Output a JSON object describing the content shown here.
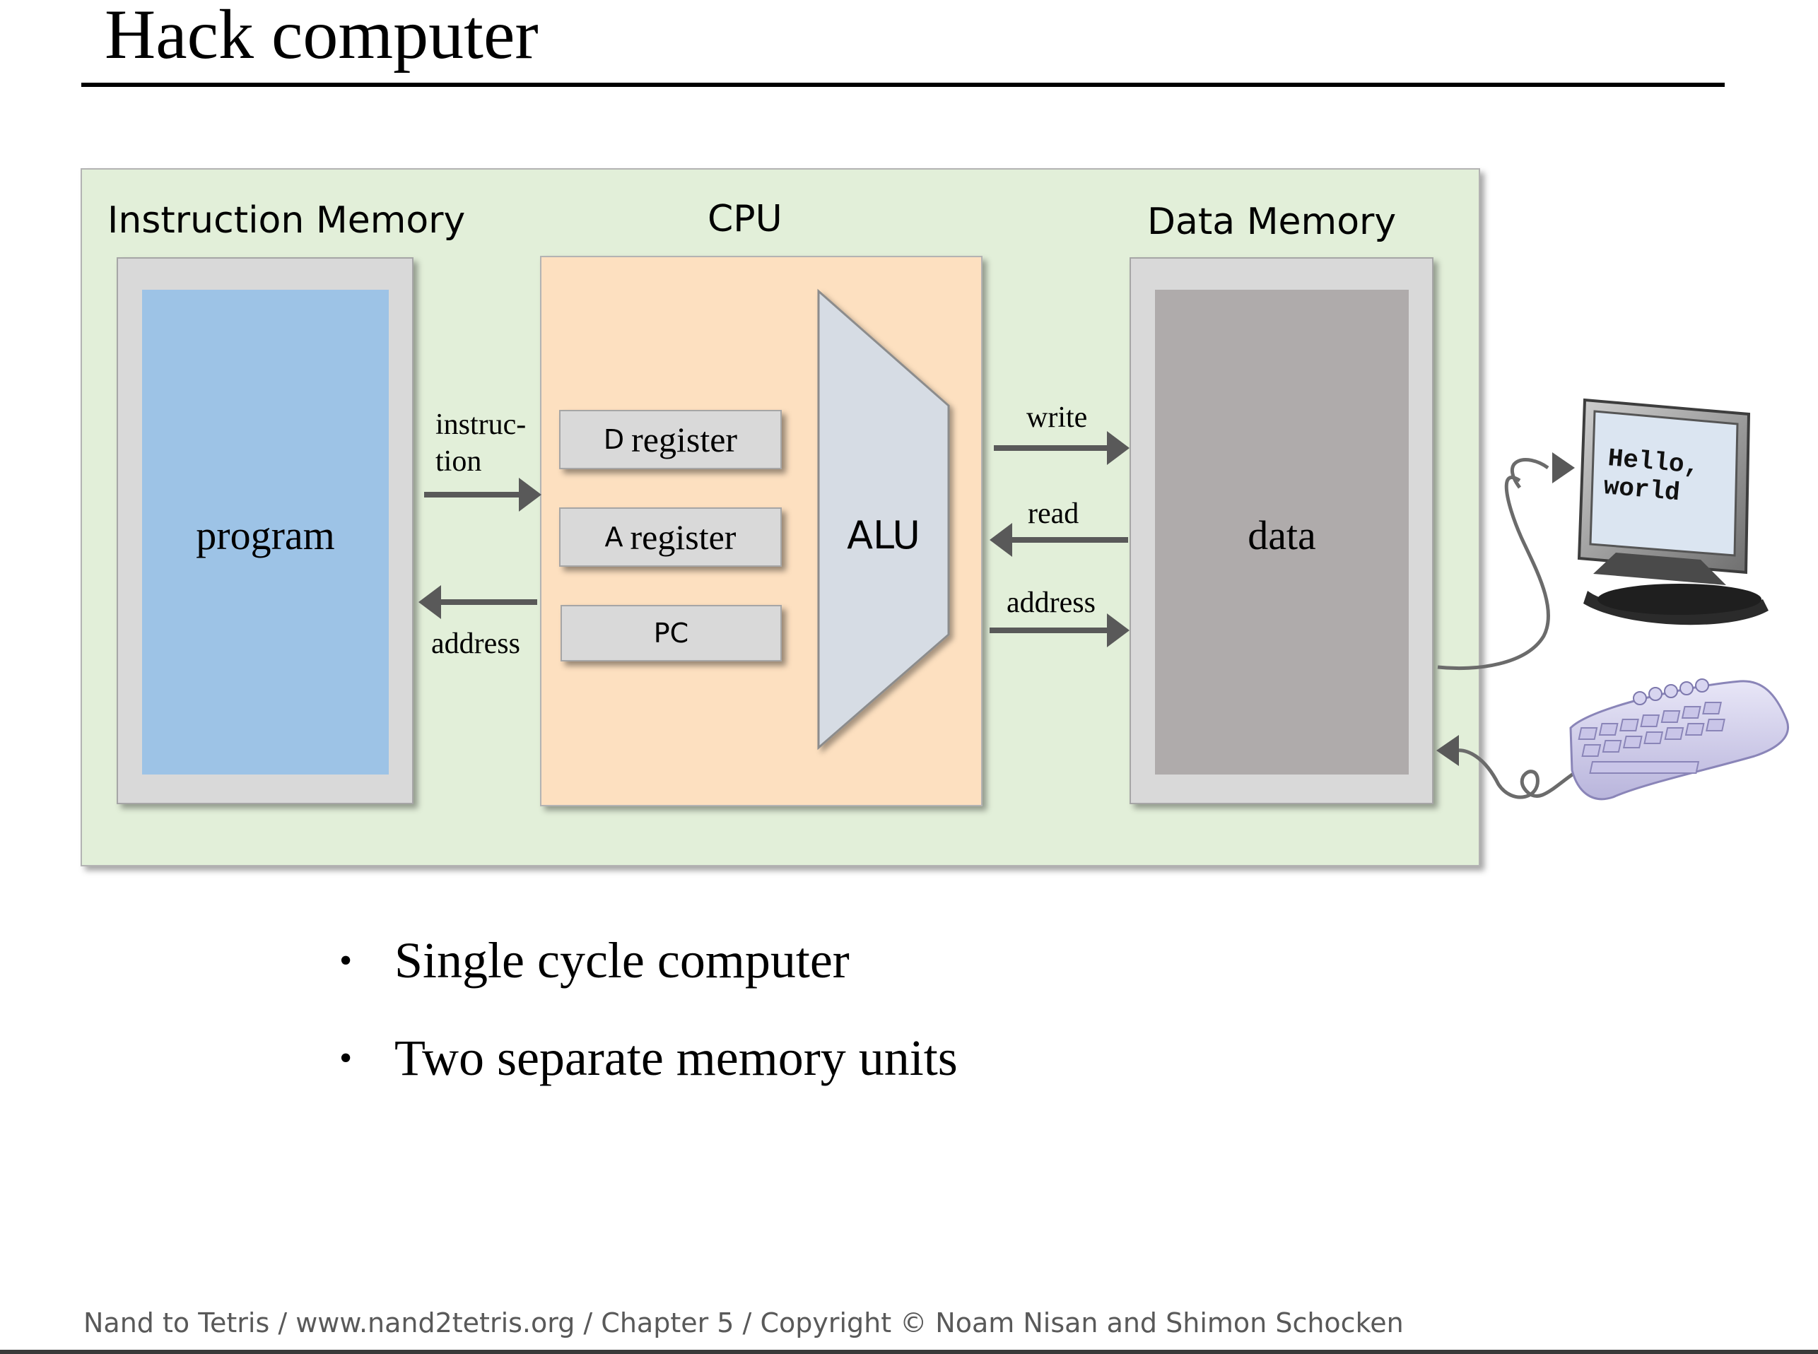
{
  "slide": {
    "title": "Hack computer",
    "footer": "Nand to Tetris / www.nand2tetris.org / Chapter 5 / Copyright © Noam Nisan and Shimon Schocken"
  },
  "diagram": {
    "instruction_memory": {
      "label": "Instruction Memory",
      "content": "program"
    },
    "cpu": {
      "label": "CPU",
      "registers": [
        {
          "prefix": "D",
          "name": "register"
        },
        {
          "prefix": "A",
          "name": "register"
        },
        {
          "label": "PC"
        }
      ],
      "alu": "ALU"
    },
    "data_memory": {
      "label": "Data Memory",
      "content": "data"
    },
    "arrows": {
      "instruction_line1": "instruc-",
      "instruction_line2": "tion",
      "address_left": "address",
      "write": "write",
      "read": "read",
      "address_right": "address"
    },
    "screen": {
      "line1": "Hello,",
      "line2": "world"
    }
  },
  "bullets": [
    "Single cycle computer",
    "Two separate memory units"
  ],
  "colors": {
    "panel": "#e2efd9",
    "program": "#9dc3e6",
    "cpu": "#fde0c0",
    "data": "#afabab",
    "alu": "#d6dce4",
    "arrow": "#595959"
  },
  "icons": [
    "monitor-icon",
    "keyboard-icon"
  ]
}
